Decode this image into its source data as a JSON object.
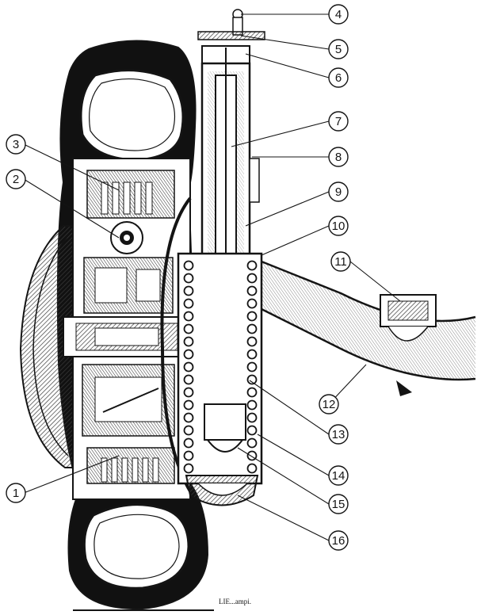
{
  "figure": {
    "signature": "LIE...ampi.",
    "callouts": [
      {
        "id": 1,
        "label": "1"
      },
      {
        "id": 2,
        "label": "2"
      },
      {
        "id": 3,
        "label": "3"
      },
      {
        "id": 4,
        "label": "4"
      },
      {
        "id": 5,
        "label": "5"
      },
      {
        "id": 6,
        "label": "6"
      },
      {
        "id": 7,
        "label": "7"
      },
      {
        "id": 8,
        "label": "8"
      },
      {
        "id": 9,
        "label": "9"
      },
      {
        "id": 10,
        "label": "10"
      },
      {
        "id": 11,
        "label": "11"
      },
      {
        "id": 12,
        "label": "12"
      },
      {
        "id": 13,
        "label": "13"
      },
      {
        "id": 14,
        "label": "14"
      },
      {
        "id": 15,
        "label": "15"
      },
      {
        "id": 16,
        "label": "16"
      }
    ]
  },
  "colors": {
    "ink": "#141414",
    "hatch": "#3a3a3a",
    "paper": "#ffffff"
  }
}
